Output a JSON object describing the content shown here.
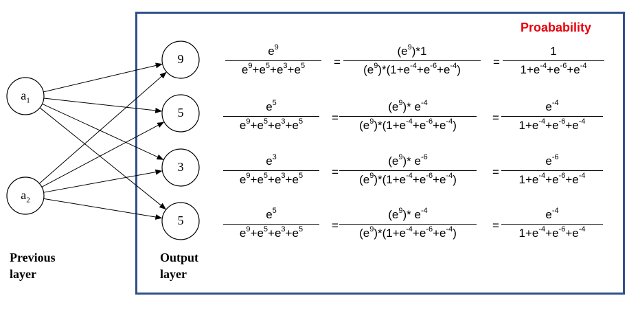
{
  "diagram": {
    "title": "Proabability",
    "title_color": "#e8000b",
    "frame_color": "#2f4f8a",
    "previous_layer": {
      "caption_line1": "Previous",
      "caption_line2": "layer",
      "nodes": [
        {
          "base": "a",
          "sub": "1"
        },
        {
          "base": "a",
          "sub": "2"
        }
      ]
    },
    "output_layer": {
      "caption_line1": "Output",
      "caption_line2": "layer",
      "nodes": [
        "9",
        "5",
        "3",
        "5"
      ]
    },
    "rows": [
      {
        "frac1_num": "e^{9}",
        "frac1_den": "e^{9}+e^{5}+e^{3}+e^{5}",
        "frac2_num": "(e^{9})*1",
        "frac2_den": "(e^{9})*(1+e^{-4}+e^{-6}+e^{-4})",
        "frac3_num": "1",
        "frac3_den": "1+e^{-4}+e^{-6}+e^{-4}"
      },
      {
        "frac1_num": "e^{5}",
        "frac1_den": "e^{9}+e^{5}+e^{3}+e^{5}",
        "frac2_num": "(e^{9})* e^{-4}",
        "frac2_den": "(e^{9})*(1+e^{-4}+e^{-6}+e^{-4})",
        "frac3_num": "e^{-4}",
        "frac3_den": "1+e^{-4}+e^{-6}+e^{-4}"
      },
      {
        "frac1_num": "e^{3}",
        "frac1_den": "e^{9}+e^{5}+e^{3}+e^{5}",
        "frac2_num": "(e^{9})* e^{-6}",
        "frac2_den": "(e^{9})*(1+e^{-4}+e^{-6}+e^{-4})",
        "frac3_num": "e^{-6}",
        "frac3_den": "1+e^{-4}+e^{-6}+e^{-4}"
      },
      {
        "frac1_num": "e^{5}",
        "frac1_den": "e^{9}+e^{5}+e^{3}+e^{5}",
        "frac2_num": "(e^{9})* e^{-4}",
        "frac2_den": "(e^{9})*(1+e^{-4}+e^{-6}+e^{-4})",
        "frac3_num": "e^{-4}",
        "frac3_den": "1+e^{-4}+e^{-6}+e^{-4}"
      }
    ],
    "equals_sign": "="
  }
}
